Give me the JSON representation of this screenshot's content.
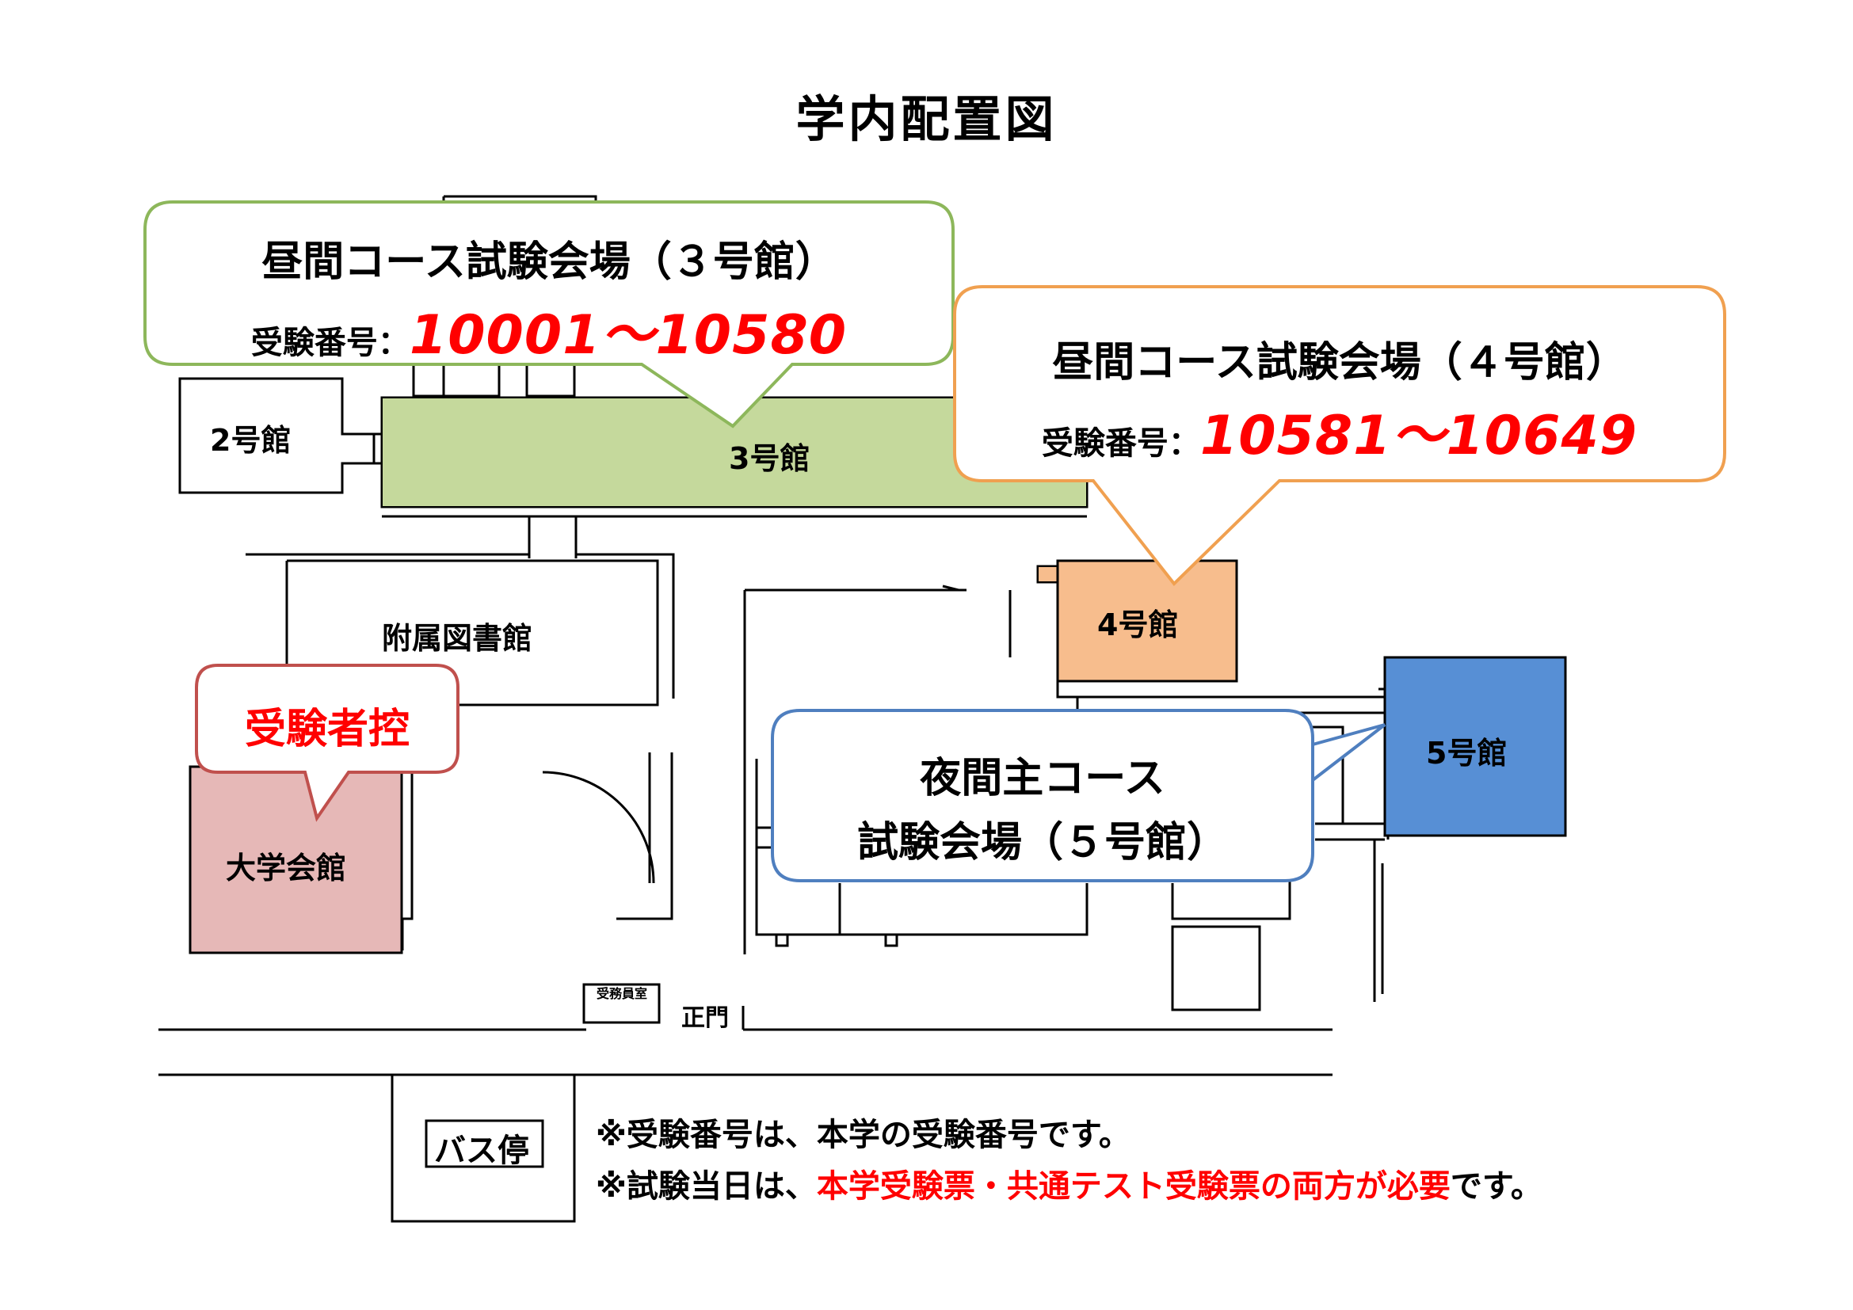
{
  "title": "学内配置図",
  "buildings": {
    "b2": "2号館",
    "b3": "3号館",
    "b4": "4号館",
    "b5": "5号館",
    "library": "附属図書館",
    "hall": "大学会館",
    "guard_room": "受務員室",
    "main_gate": "正門",
    "bus_stop": "バス停"
  },
  "callouts": {
    "c3": {
      "line1": "昼間コース試験会場（３号館）",
      "label": "受験番号：",
      "range": "10001～10580"
    },
    "c4": {
      "line1": "昼間コース試験会場（４号館）",
      "label": "受験番号：",
      "range": "10581～10649"
    },
    "c5": {
      "line1": "夜間主コース",
      "line2": "試験会場（５号館）"
    },
    "waiting": {
      "text": "受験者控"
    }
  },
  "notes": {
    "n1": "※受験番号は、本学の受験番号です。",
    "n2_prefix": "※試験当日は、",
    "n2_red": "本学受験票・共通テスト受験票の両方が必要",
    "n2_suffix": "です。"
  },
  "colors": {
    "b3_fill": "#c5d99c",
    "b4_fill": "#f7bd8d",
    "b5_fill": "#578fd5",
    "hall_fill": "#e6b8b7",
    "green_border": "#8db75b",
    "orange_border": "#f0a050",
    "blue_border": "#4f7fbf",
    "red_border": "#c0504d",
    "red_text": "#ff0000"
  }
}
